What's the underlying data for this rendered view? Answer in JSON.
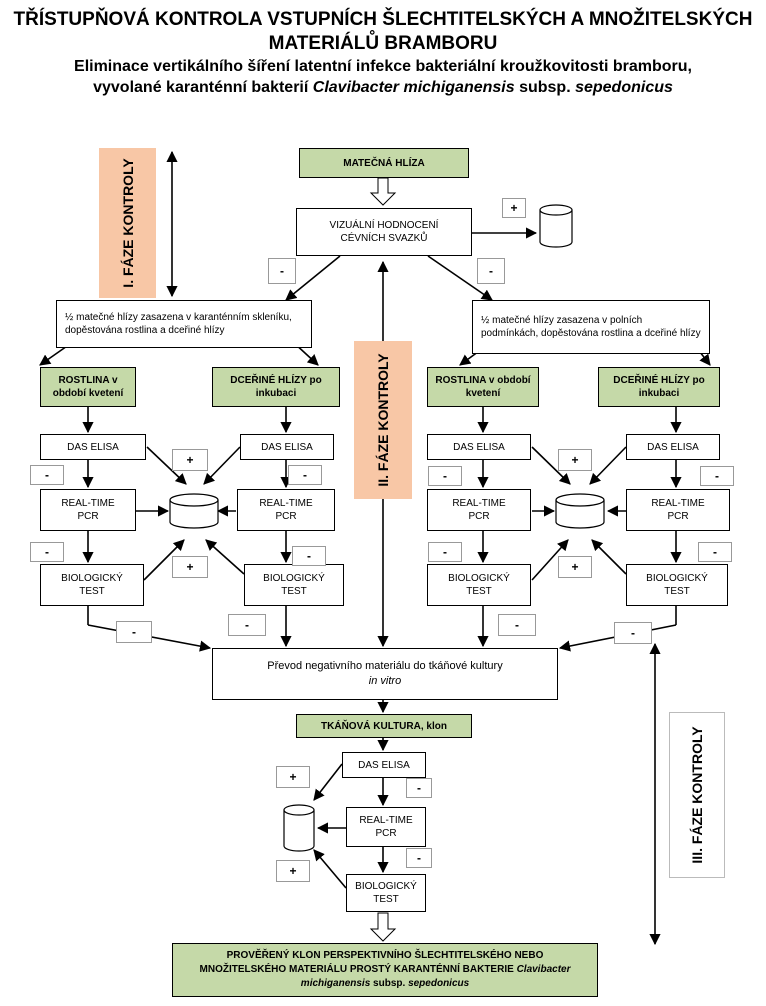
{
  "title": {
    "line1": "TŘÍSTUPŇOVÁ KONTROLA VSTUPNÍCH ŠLECHTITELSKÝCH A MNOŽITELSKÝCH",
    "line2": "MATERIÁLŮ BRAMBORU",
    "subtitle_line1": "Eliminace vertikálního šíření latentní infekce bakteriální kroužkovitosti bramboru,",
    "subtitle_line2_prefix": "vyvolané karanténní bakterií ",
    "subtitle_species": "Clavibacter michiganensis",
    "subtitle_subsp": " subsp. ",
    "subtitle_subspecies": "sepedonicus"
  },
  "phases": {
    "phase1": "I. FÁZE KONTROLY",
    "phase2": "II. FÁZE KONTROLY",
    "phase3": "III. FÁZE KONTROLY"
  },
  "nodes": {
    "mother_tuber": "MATEČNÁ HLÍZA",
    "visual_line1": "VIZUÁLNÍ HODNOCENÍ",
    "visual_line2": "CÉVNÍCH SVAZKŮ",
    "left_half": "½ matečné hlízy zasazena v karanténním skleníku, dopěstována rostlina a dceřiné hlízy",
    "right_half": "½ matečné hlízy zasazena  v polních podmínkách, dopěstována rostlina a dceřiné hlízy",
    "plant_flowering": "ROSTLINA v období kvetení",
    "daughter_tubers": "DCEŘINÉ HLÍZY po inkubaci",
    "das_elisa": "DAS ELISA",
    "realtime_line1": "REAL-TIME",
    "realtime_line2": "PCR",
    "bio_line1": "BIOLOGICKÝ",
    "bio_line2": "TEST",
    "transfer_line1": "Převod negativního materiálu do tkáňové kultury",
    "transfer_line2": "in vitro",
    "tissue_culture": "TKÁŇOVÁ KULTURA, klon",
    "final_line1": "PROVĚŘENÝ KLON PERSPEKTIVNÍHO ŠLECHTITELSKÉHO NEBO",
    "final_line2_prefix": "MNOŽITELSKÉHO MATERIÁLU PROSTÝ KARANTÉNNÍ BAKTERIE ",
    "final_line2_species": "Clavibacter",
    "final_line3_species": "michiganensis",
    "final_line3_suffix": " subsp. ",
    "final_line3_subspecies": "sepedonicus"
  },
  "signs": {
    "plus": "+",
    "minus": "-"
  },
  "colors": {
    "green_box": "#c5d9a8",
    "phase_box": "#f8c7a6"
  }
}
